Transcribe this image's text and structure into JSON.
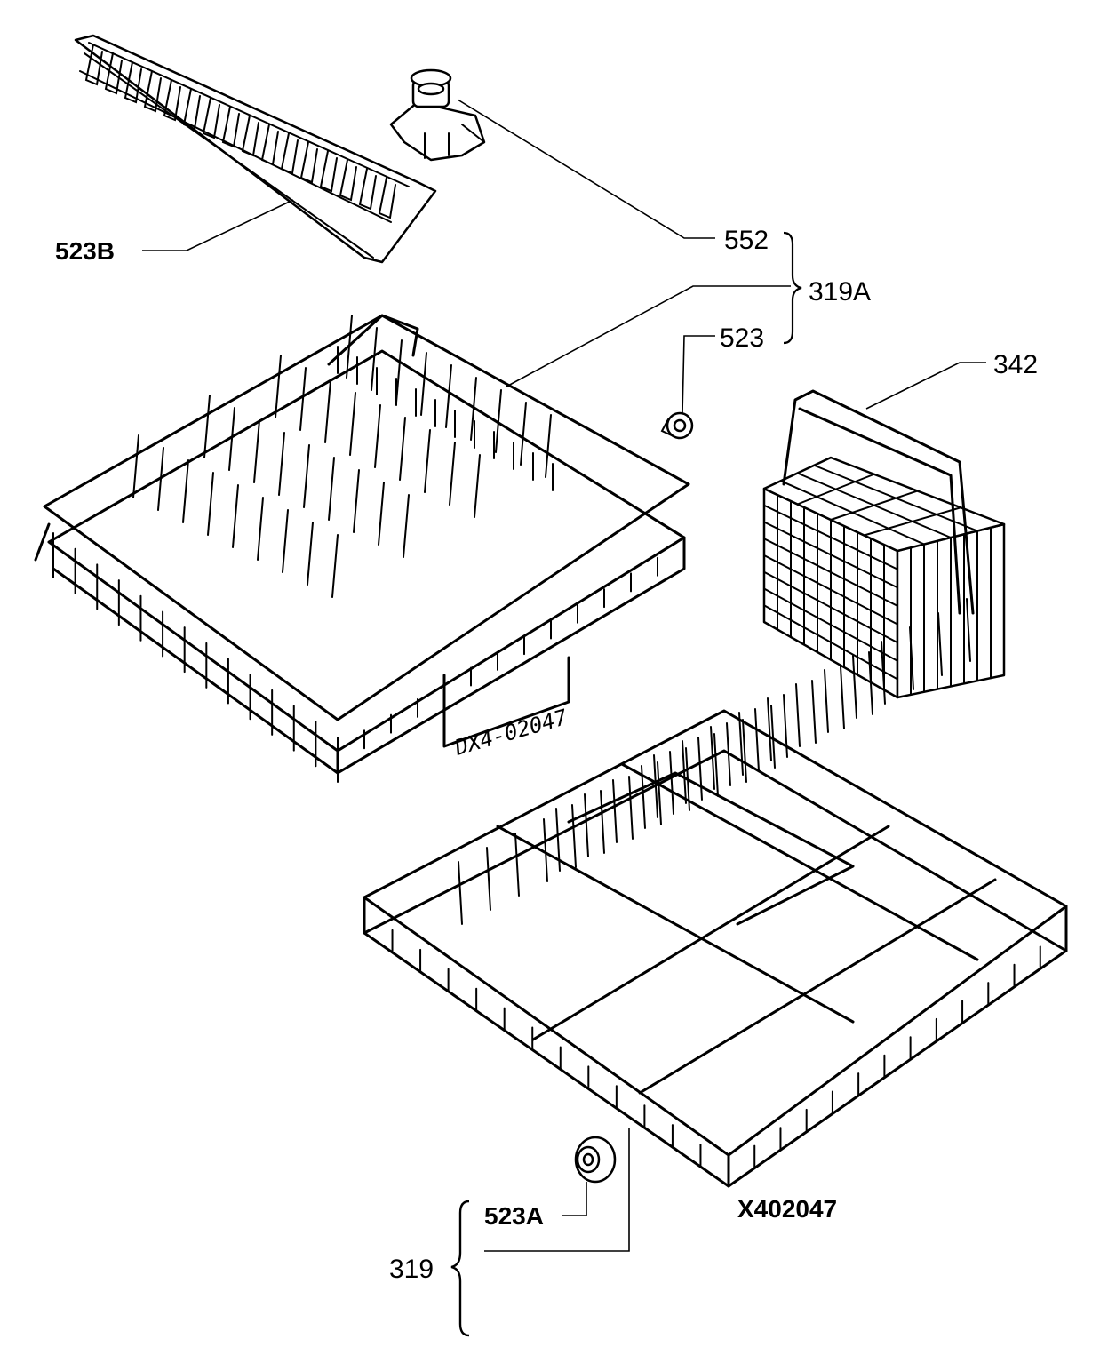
{
  "labels": {
    "l523b": "523B",
    "l552": "552",
    "l319a": "319A",
    "l523": "523",
    "l342": "342",
    "l523a": "523A",
    "l319": "319",
    "drawing_number": "X402047",
    "handwritten_code": "DX4-02047"
  },
  "icons": {
    "plate_support": "comb-rack-icon",
    "wheel_bracket": "wheel-bracket-icon",
    "small_wheel": "wheel-icon",
    "cutlery_basket": "cutlery-basket-icon",
    "upper_basket": "wire-basket-icon",
    "lower_basket": "wire-basket-icon",
    "lower_wheel": "wheel-icon"
  }
}
